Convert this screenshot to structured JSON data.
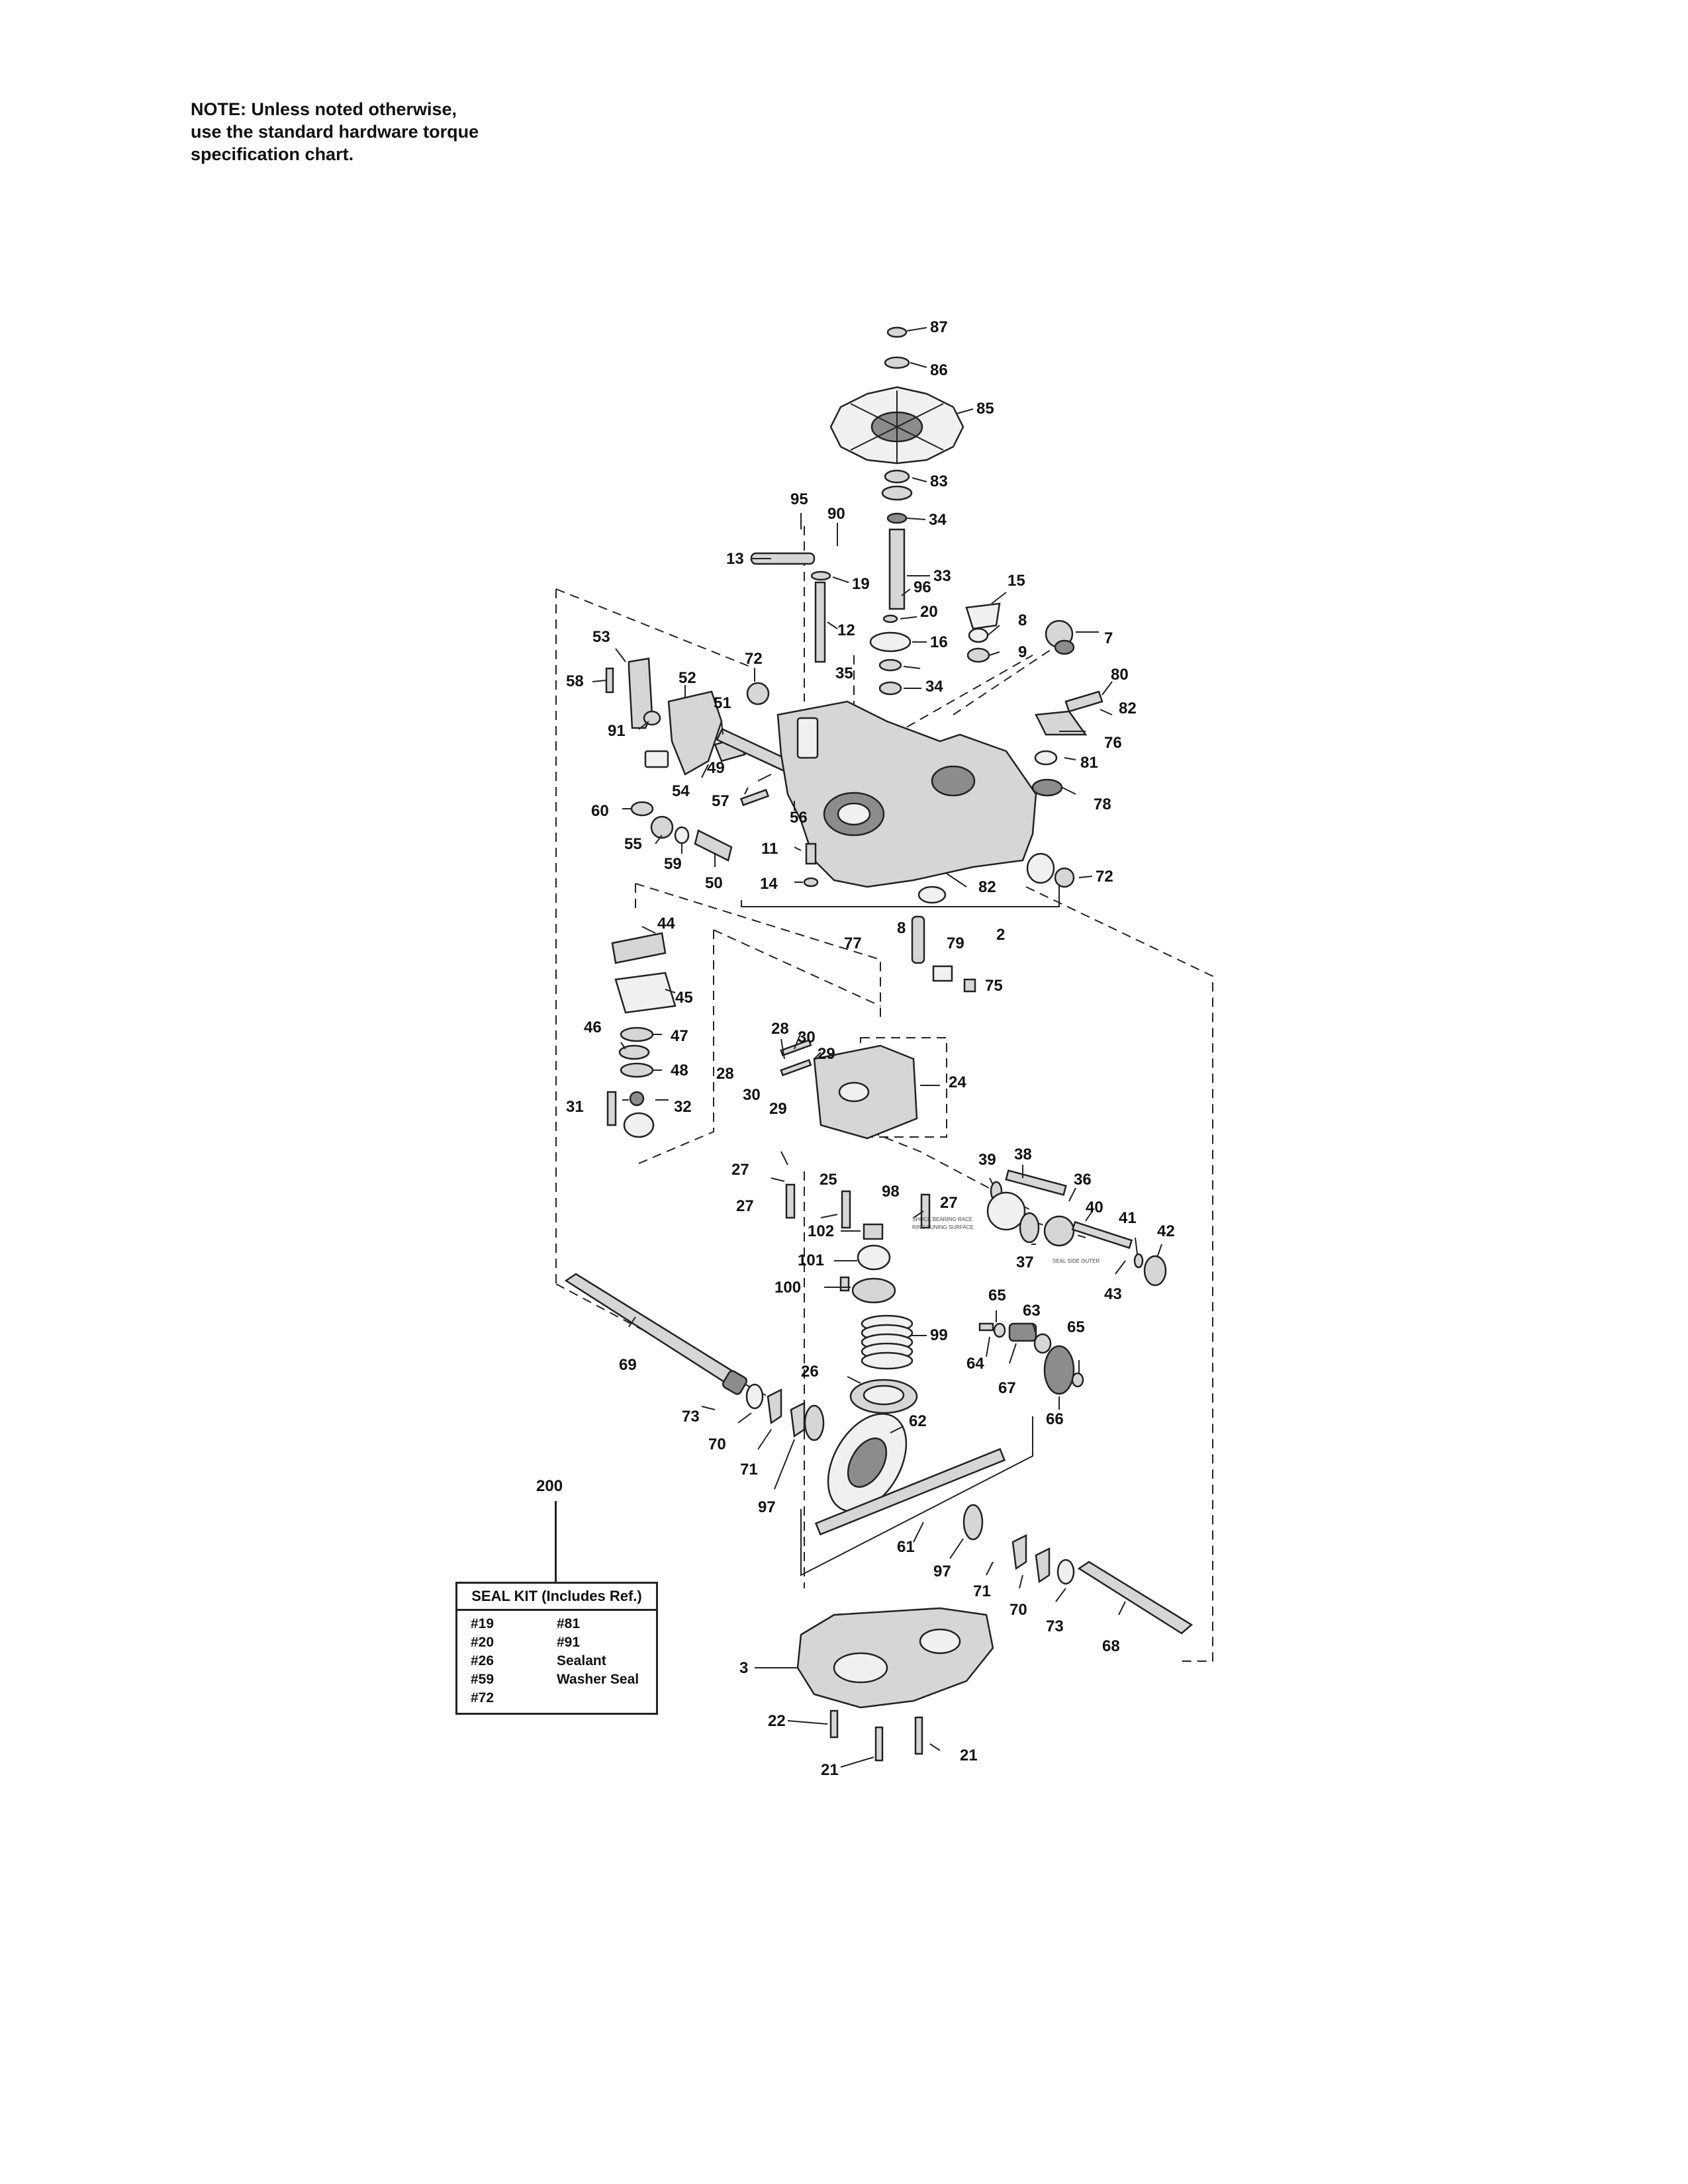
{
  "note": {
    "lines": [
      "NOTE: Unless noted otherwise,",
      "use the standard hardware torque",
      "specification chart."
    ]
  },
  "seal_kit": {
    "ref": "200",
    "title": "SEAL KIT (Includes Ref.)",
    "col1": [
      "#19",
      "#20",
      "#26",
      "#59",
      "#72"
    ],
    "col2": [
      "#81",
      "#91",
      "Sealant",
      "Washer Seal",
      ""
    ]
  },
  "callouts": {
    "c87": "87",
    "c86": "86",
    "c85": "85",
    "c83": "83",
    "c34a": "34",
    "c95": "95",
    "c90": "90",
    "c13": "13",
    "c19": "19",
    "c33": "33",
    "c96": "96",
    "c15": "15",
    "c20": "20",
    "c8a": "8",
    "c7": "7",
    "c12": "12",
    "c16": "16",
    "c9": "9",
    "c53": "53",
    "c58": "58",
    "c72a": "72",
    "c35": "35",
    "c34b": "34",
    "c80": "80",
    "c52": "52",
    "c51": "51",
    "c91": "91",
    "c82a": "82",
    "c76": "76",
    "c81": "81",
    "c49": "49",
    "c54": "54",
    "c57": "57",
    "c78": "78",
    "c60": "60",
    "c56": "56",
    "c55": "55",
    "c59": "59",
    "c50": "50",
    "c11": "11",
    "c72b": "72",
    "c14": "14",
    "c82b": "82",
    "c8b": "8",
    "c2": "2",
    "c44": "44",
    "c77": "77",
    "c79": "79",
    "c75": "75",
    "c45": "45",
    "c28a": "28",
    "c30a": "30",
    "c29a": "29",
    "c46": "46",
    "c47": "47",
    "c48": "48",
    "c28b": "28",
    "c24": "24",
    "c30b": "30",
    "c29b": "29",
    "c31": "31",
    "c32": "32",
    "c39": "39",
    "c38": "38",
    "c27a": "27",
    "c25": "25",
    "c36": "36",
    "c98": "98",
    "c27b": "27",
    "c27c": "27",
    "c40": "40",
    "c41": "41",
    "c42": "42",
    "c102": "102",
    "c37": "37",
    "c101": "101",
    "c43": "43",
    "c100": "100",
    "c65a": "65",
    "c63": "63",
    "c65b": "65",
    "c99": "99",
    "c64": "64",
    "c69": "69",
    "c26": "26",
    "c67": "67",
    "c66": "66",
    "c73a": "73",
    "c62": "62",
    "c70a": "70",
    "c71a": "71",
    "c97a": "97",
    "c61": "61",
    "c97b": "97",
    "c71b": "71",
    "c70b": "70",
    "c73b": "73",
    "c68": "68",
    "c3": "3",
    "c22": "22",
    "c21a": "21",
    "c21b": "21"
  },
  "tiny_labels": {
    "t1": "SHOCK BEARING RACE",
    "t2": "RING TUNING SURFACE",
    "t3": "SEAL SIDE OUTER"
  }
}
